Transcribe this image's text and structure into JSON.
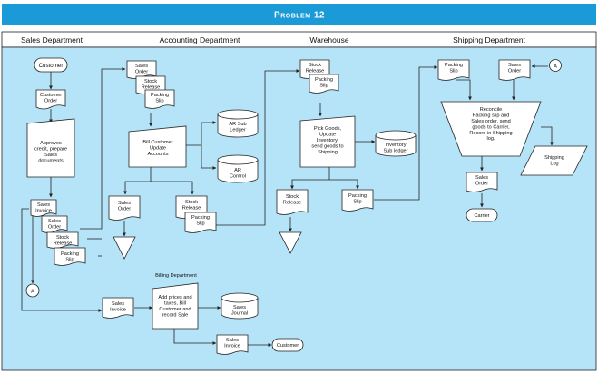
{
  "title": "Problem 12",
  "columns": [
    "Sales Department",
    "Accounting Department",
    "Warehouse",
    "Shipping Department"
  ],
  "nodes": {
    "customer_start": "Customer",
    "customer_order": "Customer\nOrder",
    "approve": "Approves\ncredit, prepare\nSales\ndocuments",
    "sd_sales_invoice": "Sales\nInvoice",
    "sd_sales_order": "Sales\nOrder",
    "sd_stock_release": "Stock\nRelease",
    "sd_packing_slip": "Packing\nSlip",
    "conn_a_left": "A",
    "ac_sales_order": "Sales\nOrder",
    "ac_stock_release": "Stock\nRelease",
    "ac_packing_slip": "Packing\nSlip",
    "bill_customer": "Bill Customer\nUpdate\nAccounts",
    "ar_sub_ledger": "AR Sub\nLedger",
    "ar_control": "AR\nControl",
    "ac_sales_order_2": "Sales\nOrder",
    "ac_stock_release_2": "Stock\nRelease",
    "ac_packing_slip_2": "Packing\nSlip",
    "billing_dept": "Billing Department",
    "bd_sales_invoice": "Sales\nInvoice",
    "add_prices": "Add prices and\ntaxes, Bill\nCustomer and\nrecord Sale",
    "sales_journal": "Sales\nJournal",
    "bd_sales_invoice_out": "Sales\nInvoice",
    "customer_end": "Customer",
    "wh_stock_release": "Stock\nRelease",
    "wh_packing_slip": "Packing\nSlip",
    "pick_goods": "Pick Goods,\nUpdate\nInventory,\nsend goods to\nShipping",
    "inventory_sub": "Inventory\nSub ledger",
    "wh_stock_release_2": "Stock\nRelease",
    "wh_packing_slip_2": "Packing\nSlip",
    "sh_packing_slip": "Packing\nSlip",
    "sh_sales_order": "Sales\nOrder",
    "conn_a_right": "A",
    "reconcile": "Reconcile\nPacking slip and\nSales order, send\ngoods to Carrier,\nRecord in Shipping\nlog.",
    "shipping_log": "Shipping\nLog",
    "sh_sales_order_2": "Sales\nOrder",
    "carrier": "Carrier"
  }
}
